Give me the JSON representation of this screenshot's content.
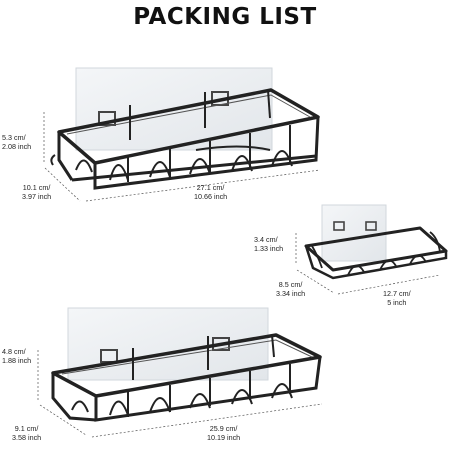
{
  "title": "PACKING LIST",
  "items": [
    {
      "height": {
        "cm": "5.3 cm/",
        "inch": "2.08 inch"
      },
      "depth": {
        "cm": "10.1 cm/",
        "inch": "3.97 inch"
      },
      "width": {
        "cm": "27.1 cm/",
        "inch": "10.66 inch"
      }
    },
    {
      "height": {
        "cm": "3.4 cm/",
        "inch": "1.33 inch"
      },
      "depth": {
        "cm": "8.5 cm/",
        "inch": "3.34 inch"
      },
      "width": {
        "cm": "12.7 cm/",
        "inch": "5 inch"
      }
    },
    {
      "height": {
        "cm": "4.8 cm/",
        "inch": "1.88 inch"
      },
      "depth": {
        "cm": "9.1 cm/",
        "inch": "3.58 inch"
      },
      "width": {
        "cm": "25.9 cm/",
        "inch": "10.19 inch"
      }
    }
  ]
}
